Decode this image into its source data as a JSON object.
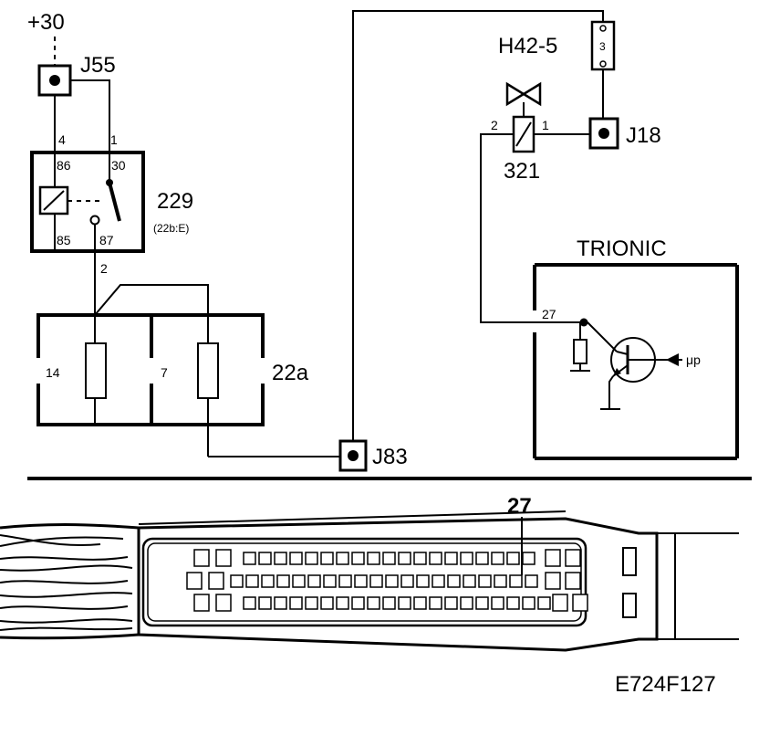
{
  "supply": {
    "label": "+30"
  },
  "junctions": {
    "j55": "J55",
    "j18": "J18",
    "j83": "J83"
  },
  "relay": {
    "id": "229",
    "ref": "(22b:E)",
    "wire_top_left": "4",
    "wire_top_right": "1",
    "pin_86": "86",
    "pin_30": "30",
    "pin_85": "85",
    "pin_87": "87",
    "wire_out": "2"
  },
  "fuse_box": {
    "id": "22a",
    "fuse_a": "14",
    "fuse_b": "7"
  },
  "fuse_h42": {
    "id": "H42-5",
    "number": "3"
  },
  "valve": {
    "id": "321",
    "pin_left": "2",
    "pin_right": "1"
  },
  "ecu": {
    "title": "TRIONIC",
    "pin": "27",
    "micro": "μp"
  },
  "connector": {
    "highlight_pin": "27"
  },
  "figure_code": "E724F127",
  "colors": {
    "ink": "#000000",
    "paper": "#ffffff"
  }
}
